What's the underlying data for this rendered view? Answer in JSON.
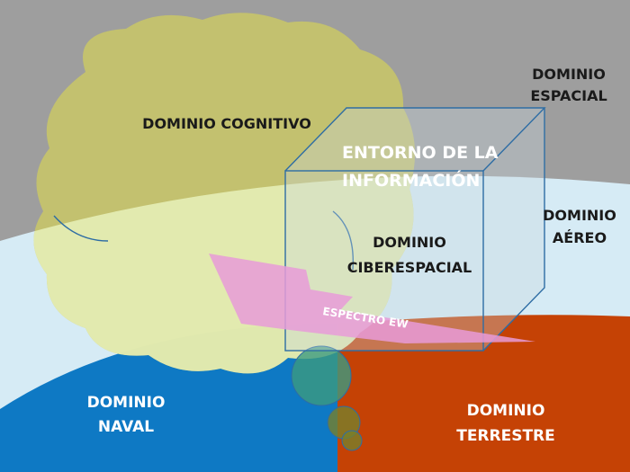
{
  "colors": {
    "space": "#9e9e9e",
    "air": "#d6ebf5",
    "naval": "#0e79c4",
    "terrestre": "#c54205",
    "cognitivo": "#c6c469",
    "cyber_cube_edge": "#2e6da4",
    "espectro": "#e89bd8",
    "text_dark": "#1a1a1a",
    "text_white": "#ffffff"
  },
  "labels": {
    "espacial_l1": "DOMINIO",
    "espacial_l2": "ESPACIAL",
    "aereo_l1": "DOMINIO",
    "aereo_l2": "AÉREO",
    "cognitivo": "DOMINIO COGNITIVO",
    "entorno_l1": "ENTORNO DE LA",
    "entorno_l2": "INFORMACIÓN",
    "ciber_l1": "DOMINIO",
    "ciber_l2": "CIBERESPACIAL",
    "espectro": "ESPECTRO EW",
    "naval_l1": "DOMINIO",
    "naval_l2": "NAVAL",
    "terrestre_l1": "DOMINIO",
    "terrestre_l2": "TERRESTRE"
  }
}
